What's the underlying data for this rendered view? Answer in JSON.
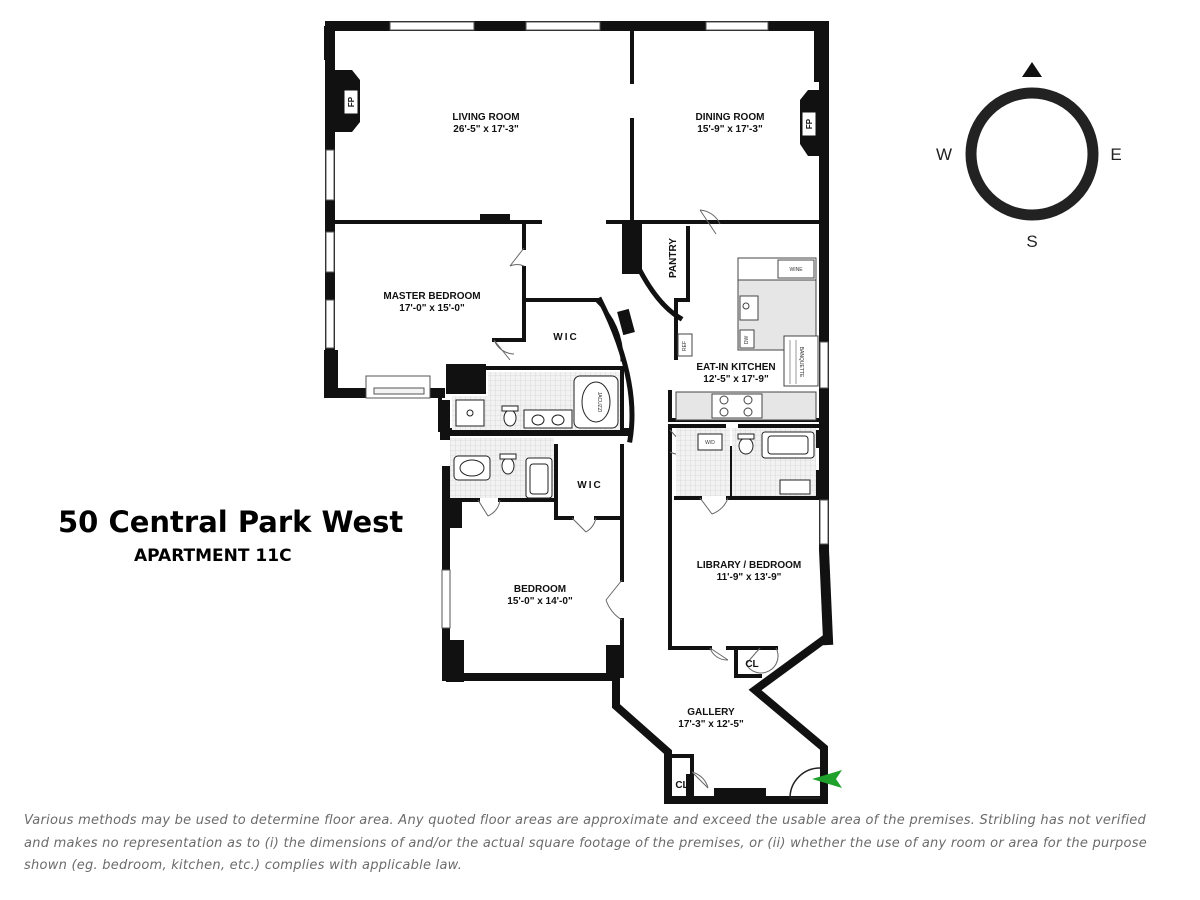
{
  "building": {
    "name": "50 Central Park West",
    "unit": "APARTMENT 11C"
  },
  "compass": {
    "west": "W",
    "east": "E",
    "south": "S"
  },
  "rooms": {
    "living_room": {
      "name": "LIVING ROOM",
      "dims": "26'-5\" x 17'-3\""
    },
    "dining_room": {
      "name": "DINING ROOM",
      "dims": "15'-9\" x 17'-3\""
    },
    "master_bedroom": {
      "name": "MASTER BEDROOM",
      "dims": "17'-0\" x 15'-0\""
    },
    "eat_in_kitchen": {
      "name": "EAT-IN KITCHEN",
      "dims": "12'-5\" x 17'-9\""
    },
    "bedroom": {
      "name": "BEDROOM",
      "dims": "15'-0\" x 14'-0\""
    },
    "library_bedroom": {
      "name": "LIBRARY / BEDROOM",
      "dims": "11'-9\" x 13'-9\""
    },
    "gallery": {
      "name": "GALLERY",
      "dims": "17'-3\" x 12'-5\""
    }
  },
  "small_labels": {
    "wic_master": "WIC",
    "wic_bedroom": "WIC",
    "pantry": "PANTRY",
    "cl_library": "CL",
    "cl_gallery": "CL",
    "fp_living": "FP",
    "fp_dining": "FP",
    "jacuzzi": "JACUZZI",
    "banquette": "BANQUETTE",
    "wd": "W/D",
    "ref": "REF",
    "dw": "DW",
    "wine": "WINE"
  },
  "disclaimer_lines": [
    "Various methods may be used to determine floor area. Any quoted floor areas are approximate and exceed the usable area of the premises. Stribling has not verified",
    "and makes no representation as to (i) the dimensions of and/or the actual square footage of the premises, or (ii) whether the use of any room or area for the purpose",
    "shown (eg. bedroom, kitchen, etc.) complies with applicable law."
  ],
  "colors": {
    "wall": "#111111",
    "fixture_fill": "#e6e6e6",
    "entry_arrow": "#1fa12c",
    "disclaimer_text": "#6b6b6b"
  }
}
